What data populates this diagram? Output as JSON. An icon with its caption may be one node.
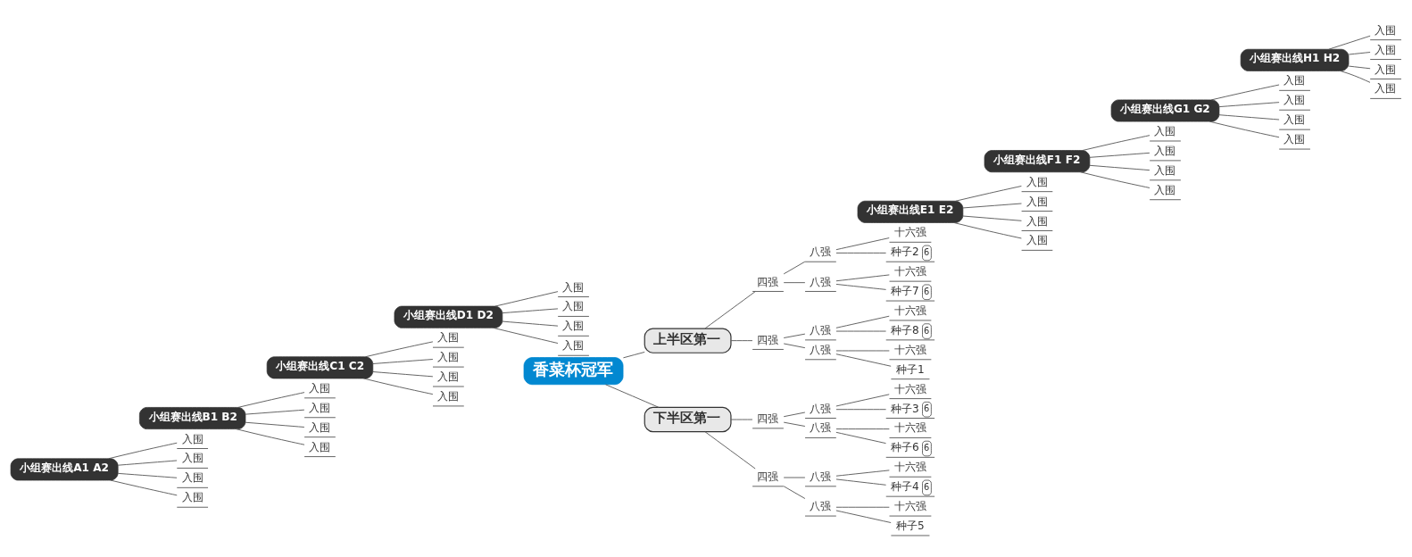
{
  "diagram": {
    "nodes": [
      {
        "text": [
          "香菜杯冠军"
        ]
      },
      {
        "text": [
          "上半区第一"
        ]
      },
      {
        "text": [
          "四强"
        ]
      },
      {
        "text": [
          "八强"
        ]
      },
      {
        "text": [
          "十六强"
        ]
      },
      {
        "text": [
          "种子2",
          "6"
        ]
      },
      {
        "text": [
          "八强"
        ]
      },
      {
        "text": [
          "十六强"
        ]
      },
      {
        "text": [
          "种子7",
          "6"
        ]
      },
      {
        "text": [
          "四强"
        ]
      },
      {
        "text": [
          "八强"
        ]
      },
      {
        "text": [
          "十六强"
        ]
      },
      {
        "text": [
          "种子8",
          "6"
        ]
      },
      {
        "text": [
          "八强"
        ]
      },
      {
        "text": [
          "十六强"
        ]
      },
      {
        "text": [
          "种子1"
        ]
      },
      {
        "text": [
          "下半区第一"
        ]
      },
      {
        "text": [
          "四强"
        ]
      },
      {
        "text": [
          "八强"
        ]
      },
      {
        "text": [
          "十六强"
        ]
      },
      {
        "text": [
          "种子3",
          "6"
        ]
      },
      {
        "text": [
          "八强"
        ]
      },
      {
        "text": [
          "十六强"
        ]
      },
      {
        "text": [
          "种子6",
          "6"
        ]
      },
      {
        "text": [
          "四强"
        ]
      },
      {
        "text": [
          "八强"
        ]
      },
      {
        "text": [
          "十六强"
        ]
      },
      {
        "text": [
          "种子4",
          "6"
        ]
      },
      {
        "text": [
          "八强"
        ]
      },
      {
        "text": [
          "十六强"
        ]
      },
      {
        "text": [
          "种子5"
        ]
      },
      {
        "text": [
          "小组赛出线A1 A2"
        ]
      },
      {
        "text": [
          "入围"
        ]
      },
      {
        "text": [
          "入围"
        ]
      },
      {
        "text": [
          "入围"
        ]
      },
      {
        "text": [
          "入围"
        ]
      },
      {
        "text": [
          "小组赛出线B1 B2"
        ]
      },
      {
        "text": [
          "入围"
        ]
      },
      {
        "text": [
          "入围"
        ]
      },
      {
        "text": [
          "入围"
        ]
      },
      {
        "text": [
          "入围"
        ]
      },
      {
        "text": [
          "小组赛出线C1 C2"
        ]
      },
      {
        "text": [
          "入围"
        ]
      },
      {
        "text": [
          "入围"
        ]
      },
      {
        "text": [
          "入围"
        ]
      },
      {
        "text": [
          "入围"
        ]
      },
      {
        "text": [
          "小组赛出线D1 D2"
        ]
      },
      {
        "text": [
          "入围"
        ]
      },
      {
        "text": [
          "入围"
        ]
      },
      {
        "text": [
          "入围"
        ]
      },
      {
        "text": [
          "入围"
        ]
      },
      {
        "text": [
          "小组赛出线E1 E2"
        ]
      },
      {
        "text": [
          "入围"
        ]
      },
      {
        "text": [
          "入围"
        ]
      },
      {
        "text": [
          "入围"
        ]
      },
      {
        "text": [
          "入围"
        ]
      },
      {
        "text": [
          "小组赛出线F1 F2"
        ]
      },
      {
        "text": [
          "入围"
        ]
      },
      {
        "text": [
          "入围"
        ]
      },
      {
        "text": [
          "入围"
        ]
      },
      {
        "text": [
          "入围"
        ]
      },
      {
        "text": [
          "小组赛出线G1 G2"
        ]
      },
      {
        "text": [
          "入围"
        ]
      },
      {
        "text": [
          "入围"
        ]
      },
      {
        "text": [
          "入围"
        ]
      },
      {
        "text": [
          "入围"
        ]
      },
      {
        "text": [
          "小组赛出线H1 H2"
        ]
      },
      {
        "text": [
          "入围"
        ]
      },
      {
        "text": [
          "入围"
        ]
      },
      {
        "text": [
          "入围"
        ]
      },
      {
        "text": [
          "入围"
        ]
      }
    ],
    "edges": [
      {
        "from": 0,
        "to": 1,
        "arrow": "none"
      },
      {
        "from": 1,
        "to": 2,
        "arrow": "none"
      },
      {
        "from": 2,
        "to": 3,
        "arrow": "none"
      },
      {
        "from": 3,
        "to": 4,
        "arrow": "none"
      },
      {
        "from": 3,
        "to": 5,
        "arrow": "none"
      },
      {
        "from": 2,
        "to": 6,
        "arrow": "none"
      },
      {
        "from": 6,
        "to": 7,
        "arrow": "none"
      },
      {
        "from": 6,
        "to": 8,
        "arrow": "none"
      },
      {
        "from": 1,
        "to": 9,
        "arrow": "none"
      },
      {
        "from": 9,
        "to": 10,
        "arrow": "none"
      },
      {
        "from": 10,
        "to": 11,
        "arrow": "none"
      },
      {
        "from": 10,
        "to": 12,
        "arrow": "none"
      },
      {
        "from": 9,
        "to": 13,
        "arrow": "none"
      },
      {
        "from": 13,
        "to": 14,
        "arrow": "none"
      },
      {
        "from": 13,
        "to": 15,
        "arrow": "none"
      },
      {
        "from": 0,
        "to": 16,
        "arrow": "none"
      },
      {
        "from": 16,
        "to": 17,
        "arrow": "none"
      },
      {
        "from": 17,
        "to": 18,
        "arrow": "none"
      },
      {
        "from": 18,
        "to": 19,
        "arrow": "none"
      },
      {
        "from": 18,
        "to": 20,
        "arrow": "none"
      },
      {
        "from": 17,
        "to": 21,
        "arrow": "none"
      },
      {
        "from": 21,
        "to": 22,
        "arrow": "none"
      },
      {
        "from": 21,
        "to": 23,
        "arrow": "none"
      },
      {
        "from": 16,
        "to": 24,
        "arrow": "none"
      },
      {
        "from": 24,
        "to": 25,
        "arrow": "none"
      },
      {
        "from": 25,
        "to": 26,
        "arrow": "none"
      },
      {
        "from": 25,
        "to": 27,
        "arrow": "none"
      },
      {
        "from": 24,
        "to": 28,
        "arrow": "none"
      },
      {
        "from": 28,
        "to": 29,
        "arrow": "none"
      },
      {
        "from": 28,
        "to": 30,
        "arrow": "none"
      },
      {
        "from": 31,
        "to": 32,
        "arrow": "none"
      },
      {
        "from": 31,
        "to": 33,
        "arrow": "none"
      },
      {
        "from": 31,
        "to": 34,
        "arrow": "none"
      },
      {
        "from": 31,
        "to": 35,
        "arrow": "none"
      },
      {
        "from": 36,
        "to": 37,
        "arrow": "none"
      },
      {
        "from": 36,
        "to": 38,
        "arrow": "none"
      },
      {
        "from": 36,
        "to": 39,
        "arrow": "none"
      },
      {
        "from": 36,
        "to": 40,
        "arrow": "none"
      },
      {
        "from": 41,
        "to": 42,
        "arrow": "none"
      },
      {
        "from": 41,
        "to": 43,
        "arrow": "none"
      },
      {
        "from": 41,
        "to": 44,
        "arrow": "none"
      },
      {
        "from": 41,
        "to": 45,
        "arrow": "none"
      },
      {
        "from": 46,
        "to": 47,
        "arrow": "none"
      },
      {
        "from": 46,
        "to": 48,
        "arrow": "none"
      },
      {
        "from": 46,
        "to": 49,
        "arrow": "none"
      },
      {
        "from": 46,
        "to": 50,
        "arrow": "none"
      },
      {
        "from": 51,
        "to": 52,
        "arrow": "none"
      },
      {
        "from": 51,
        "to": 53,
        "arrow": "none"
      },
      {
        "from": 51,
        "to": 54,
        "arrow": "none"
      },
      {
        "from": 51,
        "to": 55,
        "arrow": "none"
      },
      {
        "from": 56,
        "to": 57,
        "arrow": "none"
      },
      {
        "from": 56,
        "to": 58,
        "arrow": "none"
      },
      {
        "from": 56,
        "to": 59,
        "arrow": "none"
      },
      {
        "from": 56,
        "to": 60,
        "arrow": "none"
      },
      {
        "from": 61,
        "to": 62,
        "arrow": "none"
      },
      {
        "from": 61,
        "to": 63,
        "arrow": "none"
      },
      {
        "from": 61,
        "to": 64,
        "arrow": "none"
      },
      {
        "from": 61,
        "to": 65,
        "arrow": "none"
      },
      {
        "from": 66,
        "to": 67,
        "arrow": "none"
      },
      {
        "from": 66,
        "to": 68,
        "arrow": "none"
      },
      {
        "from": 66,
        "to": 69,
        "arrow": "none"
      },
      {
        "from": 66,
        "to": 70,
        "arrow": "none"
      }
    ]
  }
}
